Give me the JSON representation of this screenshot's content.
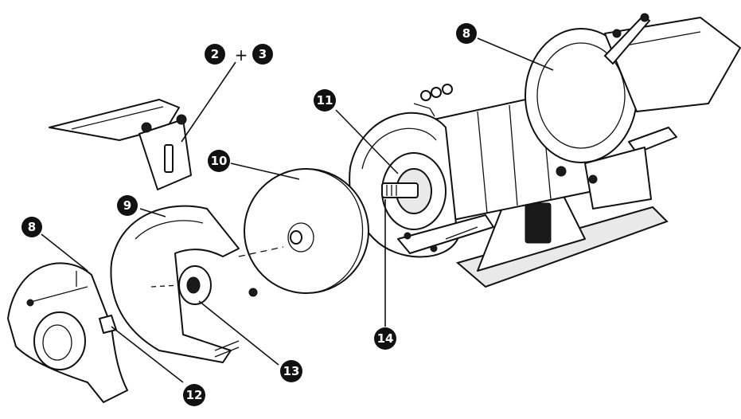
{
  "callouts": {
    "c23a": "2",
    "c23plus": "+",
    "c23b": "3",
    "c8top": "8",
    "c11": "11",
    "c10": "10",
    "c9": "9",
    "c8left": "8",
    "c14": "14",
    "c13": "13",
    "c12": "12"
  }
}
